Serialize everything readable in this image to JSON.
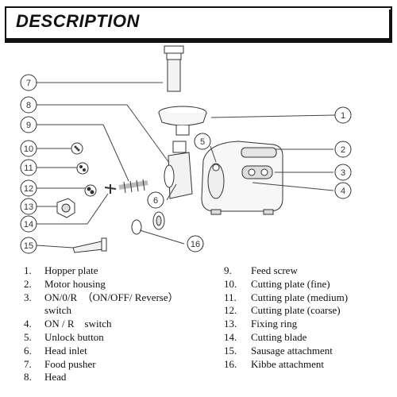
{
  "header": {
    "title": "DESCRIPTION"
  },
  "callouts": [
    "7",
    "8",
    "9",
    "1",
    "5",
    "10",
    "11",
    "12",
    "2",
    "3",
    "4",
    "6",
    "13",
    "14",
    "15",
    "16"
  ],
  "legend_left": [
    {
      "num": "1.",
      "label": "Hopper plate"
    },
    {
      "num": "2.",
      "label": "Motor housing"
    },
    {
      "num": "3.",
      "label": "ON/0/R  （ON/OFF/ Reverse）"
    },
    {
      "num": "",
      "label": "switch"
    },
    {
      "num": "4.",
      "label": "ON / R    switch"
    },
    {
      "num": "5.",
      "label": "Unlock button"
    },
    {
      "num": "6.",
      "label": "Head inlet"
    },
    {
      "num": "7.",
      "label": "Food pusher"
    },
    {
      "num": "8.",
      "label": "Head"
    }
  ],
  "legend_right": [
    {
      "num": "9.",
      "label": "Feed screw"
    },
    {
      "num": "10.",
      "label": "Cutting plate (fine)"
    },
    {
      "num": "11.",
      "label": "Cutting plate (medium)"
    },
    {
      "num": "12.",
      "label": "Cutting plate (coarse)"
    },
    {
      "num": "13.",
      "label": "Fixing ring"
    },
    {
      "num": "14.",
      "label": "Cutting blade"
    },
    {
      "num": "15.",
      "label": "Sausage attachment"
    },
    {
      "num": "16.",
      "label": "Kibbe attachment"
    }
  ]
}
